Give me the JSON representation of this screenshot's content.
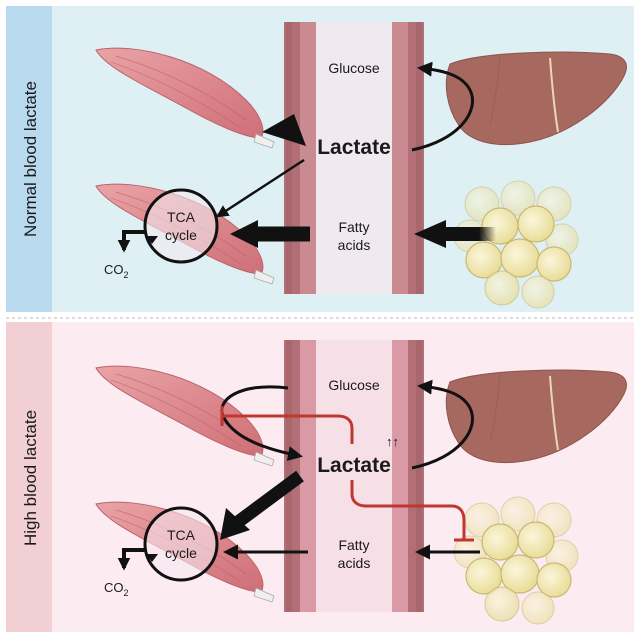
{
  "panels": {
    "normal": {
      "side_label": "Normal blood lactate",
      "glucose": "Glucose",
      "lactate": "Lactate",
      "tca_line1": "TCA",
      "tca_line2": "cycle",
      "fatty_line1": "Fatty",
      "fatty_line2": "acids",
      "co2_main": "CO",
      "co2_sub": "2"
    },
    "high": {
      "side_label": "High blood lactate",
      "glucose": "Glucose",
      "lactate": "Lactate",
      "lactate_marker": "↑↑",
      "tca_line1": "TCA",
      "tca_line2": "cycle",
      "fatty_line1": "Fatty",
      "fatty_line2": "acids",
      "co2_main": "CO",
      "co2_sub": "2"
    }
  },
  "colors": {
    "normal_bg": "#dff0f5",
    "normal_side": "#b9d9ef",
    "high_bg": "#fcecf2",
    "high_side": "#f2cfd2",
    "vessel_wall": "#b27076",
    "vessel_lumen_normal": "#f0eaf0",
    "vessel_lumen_high": "#f7dfe8",
    "inhibition": "#c0372f",
    "muscle": "#d97f85",
    "liver": "#a7685f",
    "fat": "#f2e8b3"
  },
  "icons": {
    "muscle": "muscle-icon",
    "liver": "liver-icon",
    "fat": "adipose-tissue-icon",
    "tca": "tca-cycle-icon",
    "co2": "co2-release-arrow-icon"
  }
}
